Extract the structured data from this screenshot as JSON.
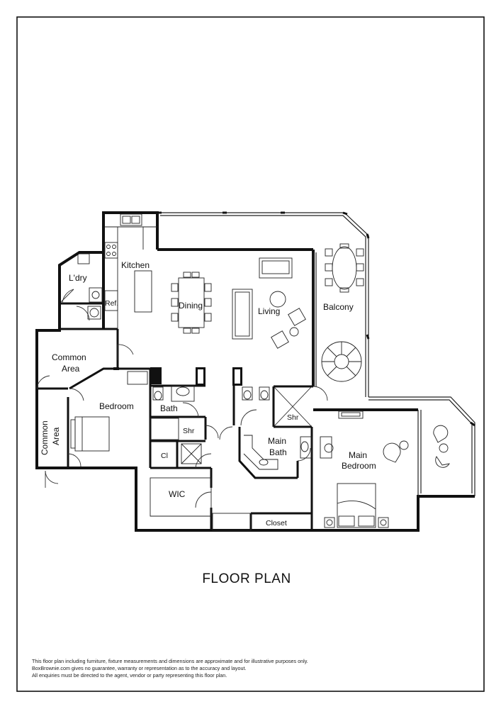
{
  "title": "FLOOR PLAN",
  "rooms": {
    "kitchen": "Kitchen",
    "laundry": "L'dry",
    "refrigerator": "Ref.",
    "dining": "Dining",
    "living": "Living",
    "balcony": "Balcony",
    "common_area_1": "Common",
    "common_area_1b": "Area",
    "common_area_2": "Common",
    "common_area_2b": "Area",
    "bedroom": "Bedroom",
    "bath": "Bath",
    "shower_1": "Shr",
    "closet_small": "Cl",
    "wic": "WIC",
    "main_bath_1": "Main",
    "main_bath_2": "Bath",
    "shower_2": "Shr",
    "main_bedroom_1": "Main",
    "main_bedroom_2": "Bedroom",
    "closet": "Closet"
  },
  "disclaimer": [
    "This floor plan including furniture, fixture measurements and dimensions are approximate and for illustrative purposes only.",
    "BoxBrownie.com gives no guarantee, warranty or representation as to the accuracy and layout.",
    "All enquiries must be directed to the agent, vendor or party representing this floor plan."
  ]
}
